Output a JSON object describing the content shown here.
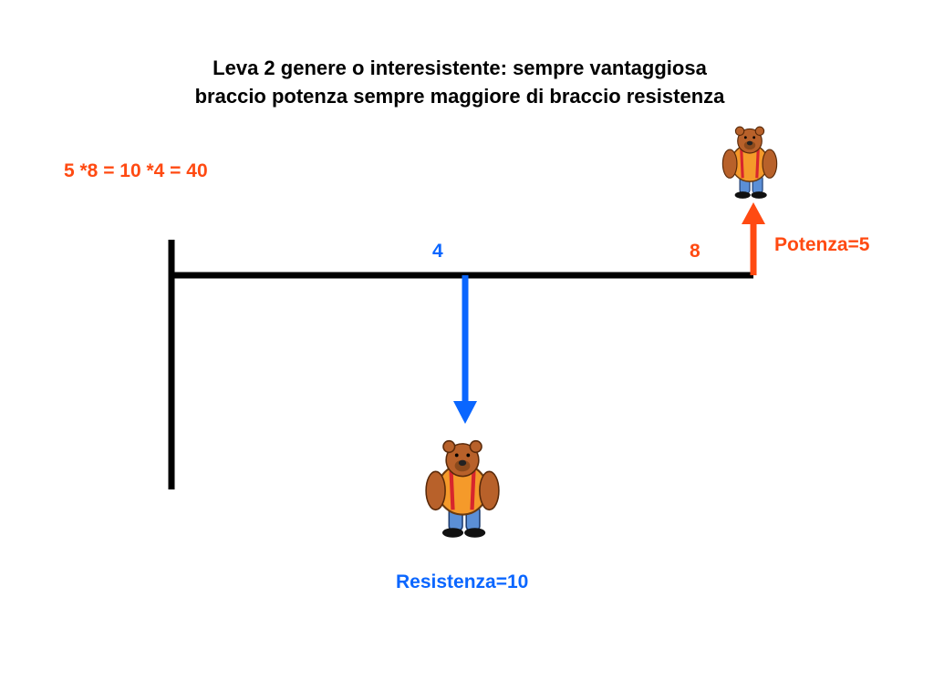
{
  "title": {
    "line1": "Leva 2 genere o interesistente: sempre vantaggiosa",
    "line2": "braccio potenza sempre maggiore di braccio resistenza"
  },
  "equation": "5 *8 = 10 *4 = 40",
  "labels": {
    "resistance_arm": "4",
    "power_arm": "8",
    "power": "Potenza=5",
    "resistance": "Resistenza=10"
  },
  "colors": {
    "text": "#000000",
    "power": "#ff4a12",
    "resistance": "#0a66ff",
    "lever": "#000000"
  },
  "icons": {
    "figure": "bear-icon"
  }
}
